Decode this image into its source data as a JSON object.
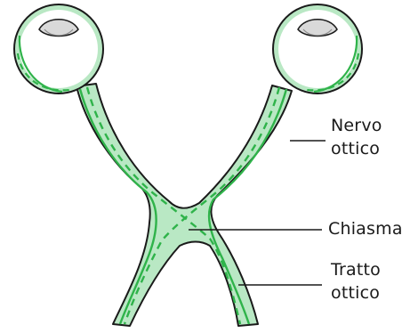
{
  "labels": {
    "optic_nerve_line1": "Nervo",
    "optic_nerve_line2": "ottico",
    "chiasm": "Chiasma",
    "optic_tract_line1": "Tratto",
    "optic_tract_line2": "ottico"
  },
  "colors": {
    "outline": "#1a1a1a",
    "nerve_fill": "#b9e8c4",
    "fiber": "#2fb34a",
    "eye_fill": "#ffffff",
    "lens_shadow": "#c9c9c9"
  }
}
